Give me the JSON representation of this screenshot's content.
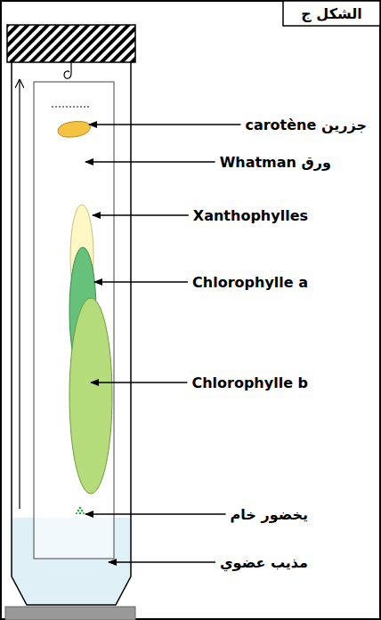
{
  "diagram": {
    "title": "الشكل ج",
    "labels": [
      "جزرين carotène",
      "ورق Whatman",
      "Xanthophylles",
      "Chlorophylle a",
      "Chlorophylle b",
      "يخضور خام",
      "مذيب عضوي"
    ]
  }
}
